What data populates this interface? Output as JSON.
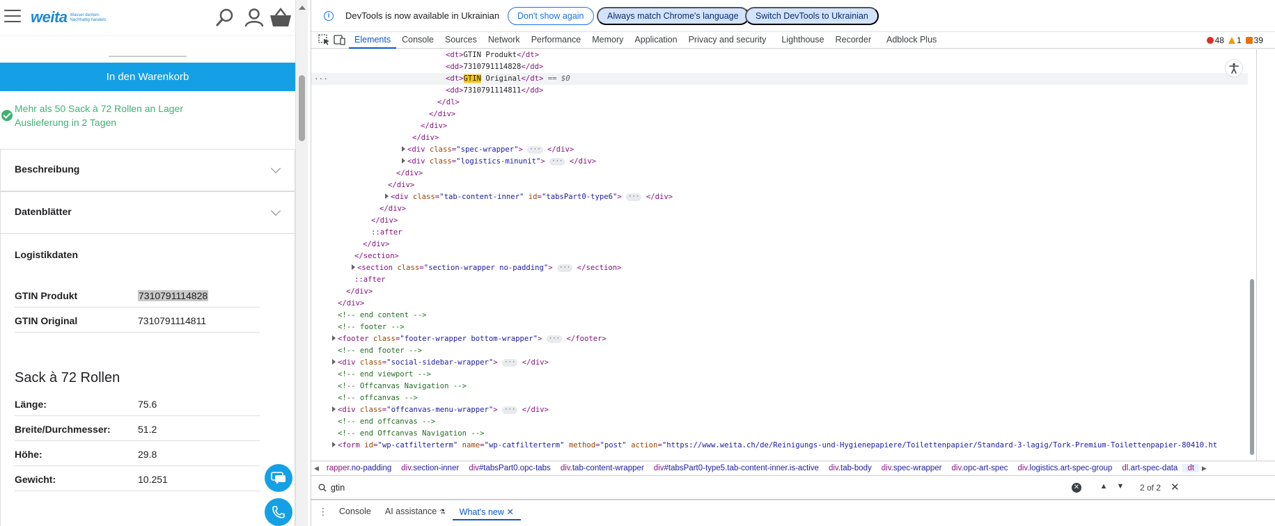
{
  "site": {
    "logo_text": "weita",
    "logo_tagline_1": "Wasser denken.",
    "logo_tagline_2": "Nachhaltig handeln.",
    "add_to_cart": "In den Warenkorb",
    "stock_line_1": "Mehr als 50 Sack à 72 Rollen an Lager",
    "stock_line_2": "Auslieferung in 2 Tagen",
    "accordion_1": "Beschreibung",
    "accordion_2": "Datenblätter",
    "logistics_title": "Logistikdaten",
    "gtin_rows": [
      {
        "key": "GTIN Produkt",
        "value": "7310791114828"
      },
      {
        "key": "GTIN Original",
        "value": "7310791114811"
      }
    ],
    "pack_title": "Sack à 72 Rollen",
    "pack_rows": [
      {
        "key": "Länge:",
        "value": "75.6"
      },
      {
        "key": "Breite/Durchmesser:",
        "value": "51.2"
      },
      {
        "key": "Höhe:",
        "value": "29.8"
      },
      {
        "key": "Gewicht:",
        "value": "10.251"
      }
    ]
  },
  "devtools": {
    "info_text": "DevTools is now available in Ukrainian",
    "btn_dont_show": "Don't show again",
    "btn_match": "Always match Chrome's language",
    "btn_switch": "Switch DevTools to Ukrainian",
    "tabs": [
      "Elements",
      "Console",
      "Sources",
      "Network",
      "Performance",
      "Memory",
      "Application",
      "Privacy and security",
      "Lighthouse",
      "Recorder",
      "Adblock Plus"
    ],
    "issues": {
      "errors": "48",
      "warnings": "1",
      "info": "39"
    },
    "dom": {
      "dt1_text": "GTIN Produkt",
      "dd1_text": "7310791114828",
      "dt2_match": "GTIN",
      "dt2_rest": " Original",
      "dd2_text": "7310791114811",
      "eq_marker": "== $0",
      "spec_wrapper": "spec-wrapper",
      "logistics_minunit": "logistics-minunit",
      "tab_content_inner": "tab-content-inner",
      "tabs_part_id": "tabsPart0-type6",
      "section_wrapper": "section-wrapper no-padding",
      "comment_end_content": "<!-- end content -->",
      "comment_footer": "<!-- footer -->",
      "footer_class": "footer-wrapper bottom-wrapper",
      "comment_end_footer": "<!-- end footer -->",
      "social_sidebar": "social-sidebar-wrapper",
      "comment_end_viewport": "<!-- end viewport -->",
      "comment_offcanvas_nav": "<!-- Offcanvas Navigation -->",
      "comment_offcanvas": "<!-- offcanvas -->",
      "offcanvas_menu": "offcanvas-menu-wrapper",
      "comment_end_offcanvas": "<!-- end offcanvas -->",
      "comment_end_offcanvas_nav": "<!-- end Offcanvas Navigation -->",
      "form_id": "wp-catfilterterm",
      "form_name": "wp-catfilterterm",
      "form_method": "post",
      "form_action": "https://www.weita.ch/de/Reinigungs-und-Hygienepapiere/Toilettenpapier/Standard-3-lagig/Tork-Premium-Toilettenpapier-80410.ht"
    },
    "breadcrumbs": [
      {
        "tag": "rapper",
        "cls": ".no-padding"
      },
      {
        "tag": "div",
        "cls": ".section-inner"
      },
      {
        "tag": "div",
        "cls": "#tabsPart0.opc-tabs"
      },
      {
        "tag": "div",
        "cls": ".tab-content-wrapper"
      },
      {
        "tag": "div",
        "cls": "#tabsPart0-type5.tab-content-inner.is-active"
      },
      {
        "tag": "div",
        "cls": ".tab-body"
      },
      {
        "tag": "div",
        "cls": ".spec-wrapper"
      },
      {
        "tag": "div",
        "cls": ".opc-art-spec"
      },
      {
        "tag": "div",
        "cls": ".logistics.art-spec-group"
      },
      {
        "tag": "dl",
        "cls": ".art-spec-data"
      },
      {
        "tag": "dt",
        "cls": ""
      }
    ],
    "search_value": "gtin",
    "match_count": "2 of 2",
    "drawer_tabs": [
      "Console",
      "AI assistance",
      "What's new"
    ]
  },
  "colors": {
    "site_accent": "#15a0e6",
    "stock_green": "#3cb371",
    "devtools_blue": "#0b57d0",
    "search_match": "#f5c518"
  },
  "icons": [
    "hamburger-icon",
    "search-icon",
    "user-icon",
    "basket-icon",
    "check-circle-icon",
    "chevron-down-icon",
    "chat-icon",
    "phone-icon",
    "info-icon",
    "inspect-icon",
    "device-toolbar-icon",
    "accessibility-icon",
    "close-icon"
  ]
}
